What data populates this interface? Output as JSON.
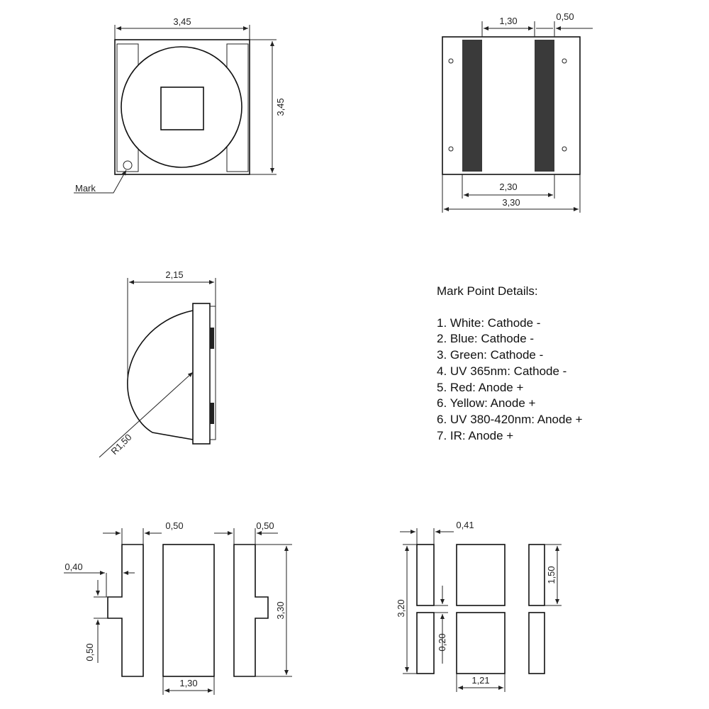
{
  "view_top": {
    "width": "3,45",
    "height": "3,45",
    "mark": "Mark"
  },
  "view_bottom": {
    "center_width": "1,30",
    "edge": "0,50",
    "inner_width": "2,30",
    "outer_width": "3,30"
  },
  "view_side": {
    "height": "2,15",
    "radius": "R1,50"
  },
  "details": {
    "title": "Mark Point Details:",
    "items": [
      "1. White: Cathode -",
      "2. Blue: Cathode -",
      "3. Green: Cathode -",
      "4. UV 365nm: Cathode -",
      "5. Red: Anode +",
      "6. Yellow: Anode +",
      "6. UV 380-420nm: Anode +",
      "7. IR: Anode +"
    ]
  },
  "pad_left": {
    "left_width": "0,50",
    "right_width": "0,50",
    "tab": "0,40",
    "tab_height": "0,50",
    "height": "3,30",
    "center_width": "1,30"
  },
  "pad_right": {
    "left_width": "0,41",
    "height": "3,20",
    "gap": "0,20",
    "pad_height": "1,50",
    "center_width": "1,21"
  }
}
